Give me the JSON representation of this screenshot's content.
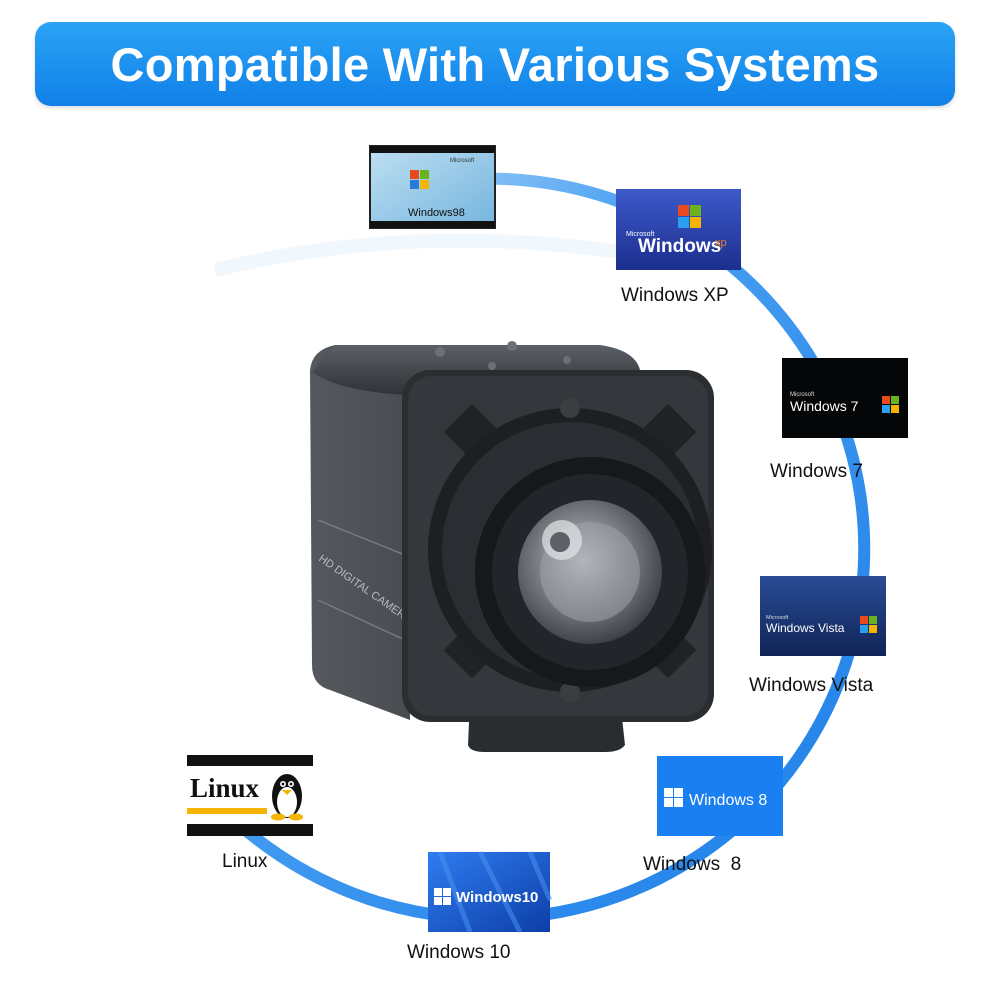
{
  "header": {
    "title": "Compatible With Various Systems"
  },
  "product": {
    "body_print": "HD DIGITAL CAMERA"
  },
  "colors": {
    "banner": "#1a8ff0",
    "ring": "#2f8cf0",
    "win8_tile": "#1a7ff0",
    "win10_tile": "#1b5fd6"
  },
  "systems": [
    {
      "id": "win98",
      "logo_text": "Windows98",
      "logo_brand": "Microsoft",
      "label": ""
    },
    {
      "id": "winxp",
      "logo_text": "Windows",
      "logo_sup": "xp",
      "logo_brand": "Microsoft",
      "label": "Windows XP"
    },
    {
      "id": "win7",
      "logo_text": "Windows 7",
      "logo_brand": "Microsoft",
      "label": "Windows 7"
    },
    {
      "id": "vista",
      "logo_text": "Windows Vista",
      "logo_brand": "Microsoft",
      "label": "Windows Vista"
    },
    {
      "id": "win8",
      "logo_text": "Windows 8",
      "label": "Windows  8"
    },
    {
      "id": "win10",
      "logo_text": "Windows10",
      "label": "Windows 10"
    },
    {
      "id": "linux",
      "logo_text": "Linux",
      "label": "Linux"
    }
  ]
}
